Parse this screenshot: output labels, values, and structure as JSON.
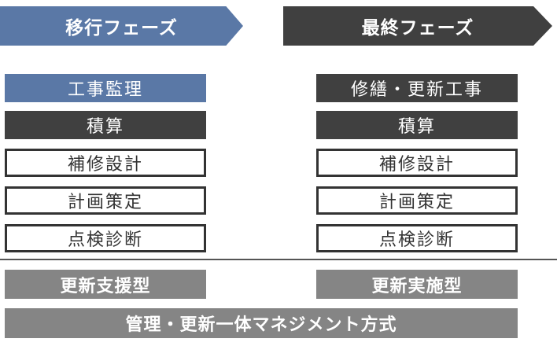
{
  "phases": {
    "left": "移行フェーズ",
    "right": "最終フェーズ"
  },
  "left_column": [
    "工事監理",
    "積算",
    "補修設計",
    "計画策定",
    "点検診断"
  ],
  "right_column": [
    "修繕・更新工事",
    "積算",
    "補修設計",
    "計画策定",
    "点検診断"
  ],
  "models": {
    "left": "更新支援型",
    "right": "更新実施型"
  },
  "bottom": "管理・更新一体マネジメント方式",
  "colors": {
    "blue": "#5a78a6",
    "dark": "#404040",
    "gray": "#858585"
  }
}
